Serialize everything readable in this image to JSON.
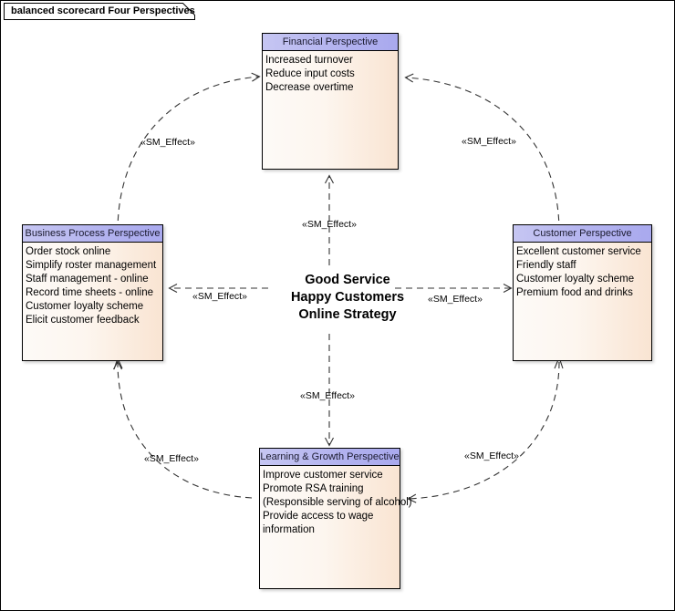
{
  "diagram": {
    "tab_title": "balanced scorecard Four Perspectives",
    "center_text_lines": [
      "Good Service",
      "Happy Customers",
      "Online Strategy"
    ],
    "colors": {
      "header_fill": "#b3b3ef",
      "body_fill_left": "#fdfaf7",
      "body_fill_right": "#f9e4d2",
      "border": "#000000",
      "connector": "#333333",
      "canvas": "#ffffff"
    },
    "nodes": [
      {
        "id": "financial",
        "title": "Financial Perspective",
        "features": [
          "Increased turnover",
          "Reduce input costs",
          "Decrease overtime"
        ]
      },
      {
        "id": "business-process",
        "title": "Business Process Perspective",
        "features": [
          "Order stock online",
          "Simplify roster management",
          "Staff management - online",
          "Record time sheets - online",
          "Customer loyalty scheme",
          "Elicit customer feedback"
        ]
      },
      {
        "id": "customer",
        "title": "Customer Perspective",
        "features": [
          "Excellent customer service",
          "Friendly staff",
          "Customer loyalty scheme",
          "Premium food and drinks"
        ]
      },
      {
        "id": "learning-growth",
        "title": "Learning & Growth Perspective",
        "features": [
          "Improve customer service",
          "Promote RSA training",
          "(Responsible serving of alcohol)",
          "Provide access to wage information"
        ]
      }
    ],
    "connectors": [
      {
        "id": "bp-to-financial",
        "label": "«SM_Effect»"
      },
      {
        "id": "customer-to-financial",
        "label": "«SM_Effect»"
      },
      {
        "id": "center-to-financial",
        "label": "«SM_Effect»"
      },
      {
        "id": "center-to-bp",
        "label": "«SM_Effect»"
      },
      {
        "id": "center-to-customer",
        "label": "«SM_Effect»"
      },
      {
        "id": "center-to-learning",
        "label": "«SM_Effect»"
      },
      {
        "id": "learning-to-bp",
        "label": "«SM_Effect»"
      },
      {
        "id": "learning-to-customer",
        "label": "«SM_Effect»"
      }
    ]
  }
}
